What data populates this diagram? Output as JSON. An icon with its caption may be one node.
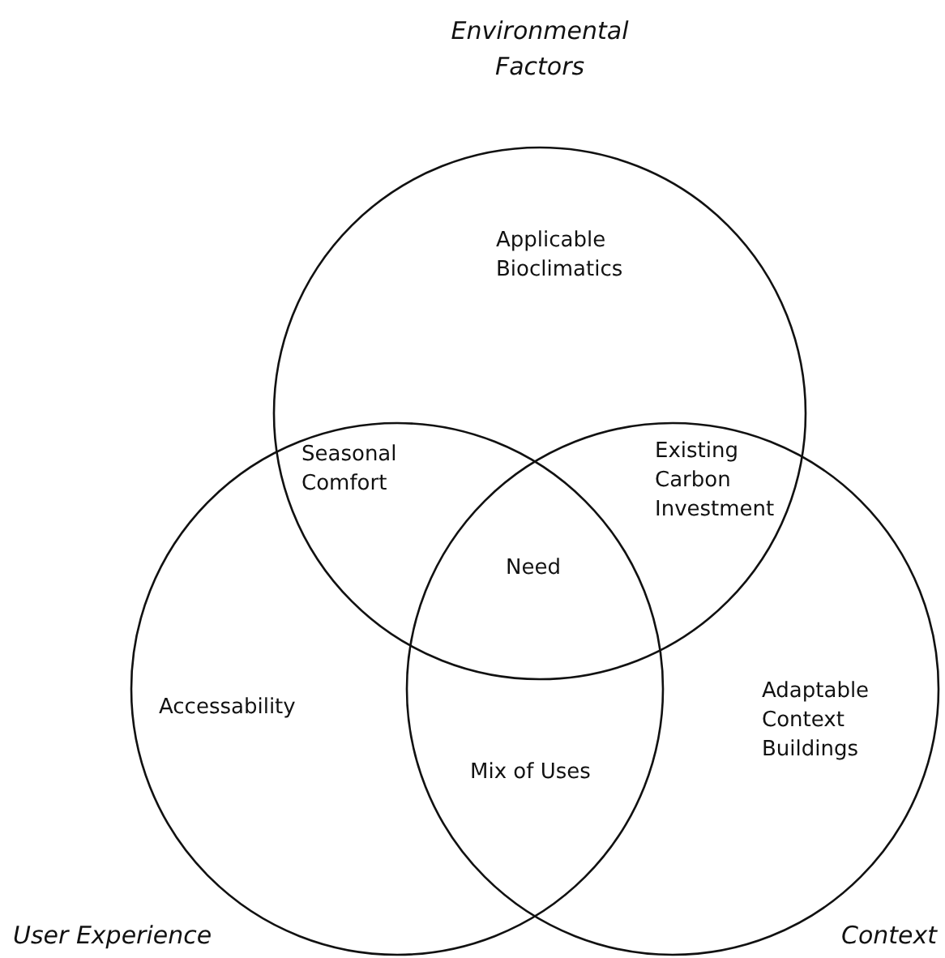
{
  "diagram": {
    "nodes": [
      {
        "text": [
          "Environmental Factors",
          "Applicable Bioclimatics"
        ]
      },
      {
        "text": [
          "Accessability",
          "User Experience"
        ]
      },
      {
        "text": [
          "Adaptable Context Buildings",
          "Context"
        ]
      }
    ],
    "labels": [
      "Seasonal Comfort",
      "Existing Carbon Investment",
      "Need",
      "Mix of Uses"
    ]
  }
}
